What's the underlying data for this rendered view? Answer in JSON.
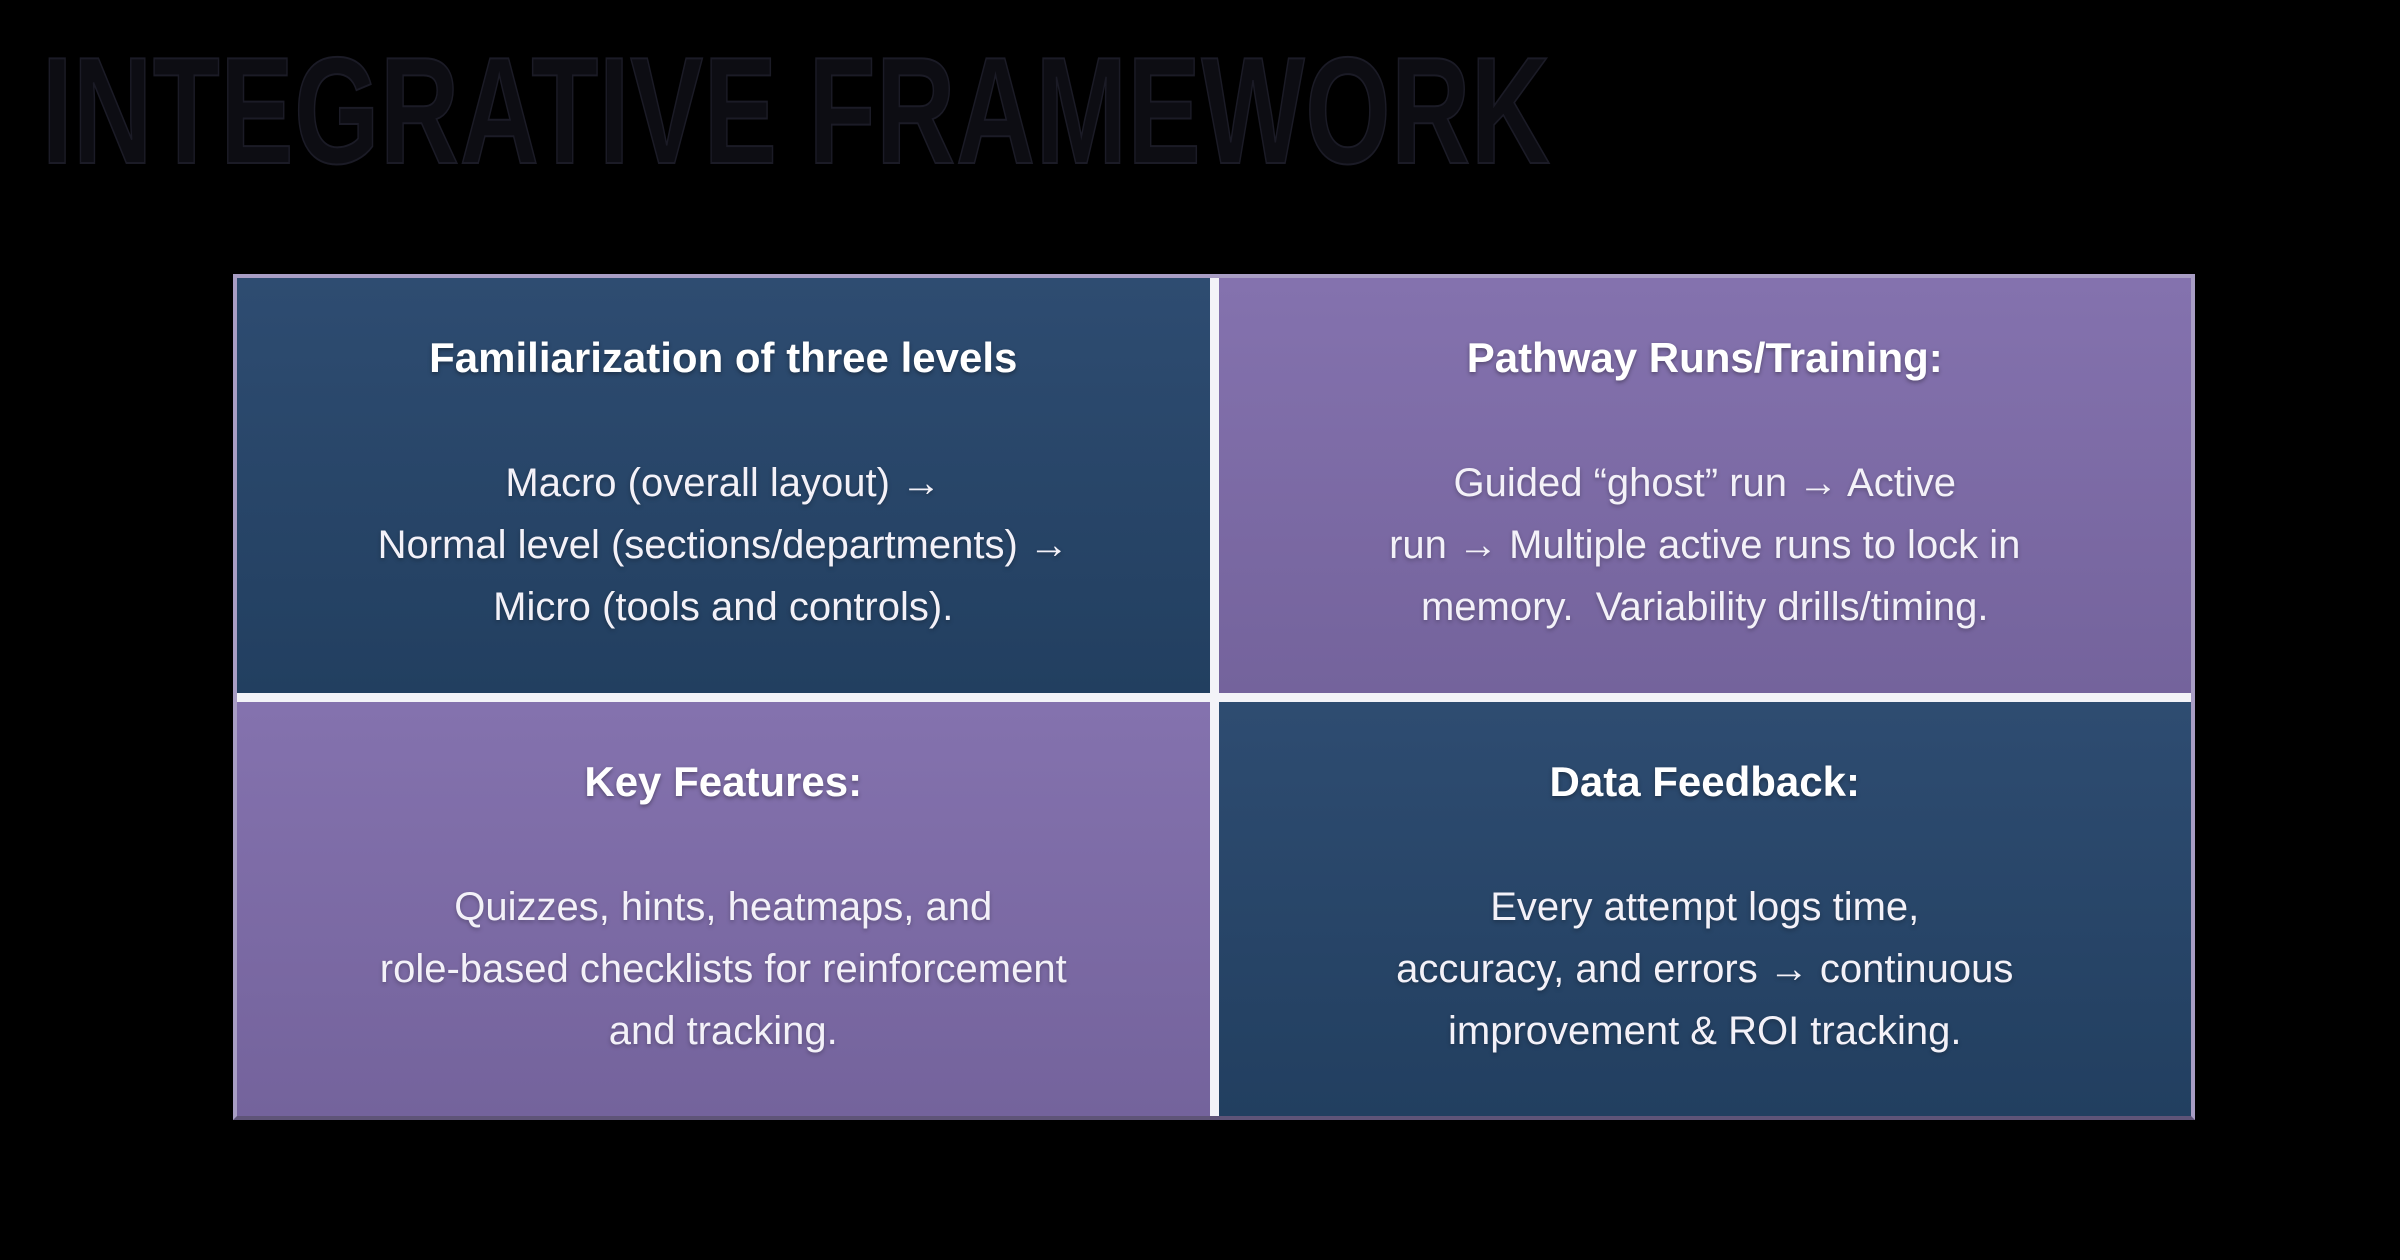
{
  "title": "INTEGRATIVE FRAMEWORK",
  "colors": {
    "background": "#000000",
    "quadrant_blue": "#27456a",
    "quadrant_purple": "#7c69a7",
    "gap": "#f3f3f8",
    "frame": "#a89dc4",
    "heading_text": "#ffffff",
    "body_text": "#f3f1f8",
    "title_text": "#0d0d13"
  },
  "quadrants": [
    {
      "position": "top-left",
      "theme": "blue",
      "heading": "Familiarization of three levels",
      "lines": [
        "Macro (overall layout) →",
        "Normal level (sections/departments) →",
        "Micro (tools and controls)."
      ]
    },
    {
      "position": "top-right",
      "theme": "purple",
      "heading": "Pathway Runs/Training:",
      "lines": [
        "Guided “ghost” run → Active",
        "run → Multiple active runs to lock in",
        "memory.  Variability drills/timing."
      ]
    },
    {
      "position": "bottom-left",
      "theme": "purple",
      "heading": "Key Features:",
      "lines": [
        "Quizzes, hints, heatmaps, and",
        "role-based checklists for reinforcement",
        "and tracking."
      ]
    },
    {
      "position": "bottom-right",
      "theme": "blue",
      "heading": "Data Feedback:",
      "lines": [
        "Every attempt logs time,",
        "accuracy, and errors → continuous",
        "improvement & ROI tracking."
      ]
    }
  ]
}
